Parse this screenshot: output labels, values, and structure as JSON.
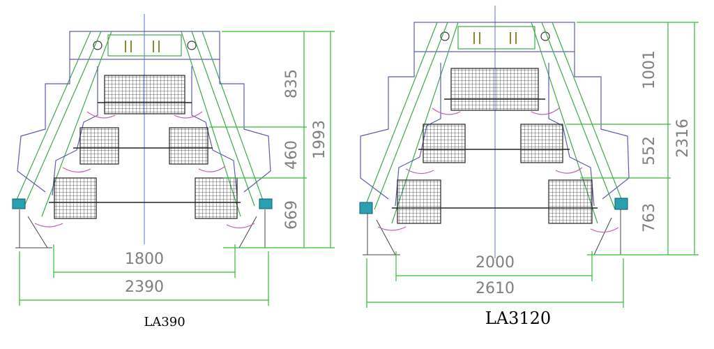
{
  "drawings": [
    {
      "model": "LA390",
      "dims": {
        "top": "835",
        "middle": "460",
        "bottom": "669",
        "total": "1993",
        "inner": "1800",
        "outer": "2390"
      }
    },
    {
      "model": "LA3120",
      "dims": {
        "top": "1001",
        "middle": "552",
        "bottom": "763",
        "total": "2316",
        "inner": "2000",
        "outer": "2610"
      }
    }
  ],
  "colors": {
    "frame": "#5b5bb0",
    "rail": "#3fa84a",
    "dimension": "#2fbf2f",
    "cage": "#222222",
    "feeder": "#2a9fb0",
    "accent": "#c85ab8",
    "centerline": "#5b6fd0"
  }
}
